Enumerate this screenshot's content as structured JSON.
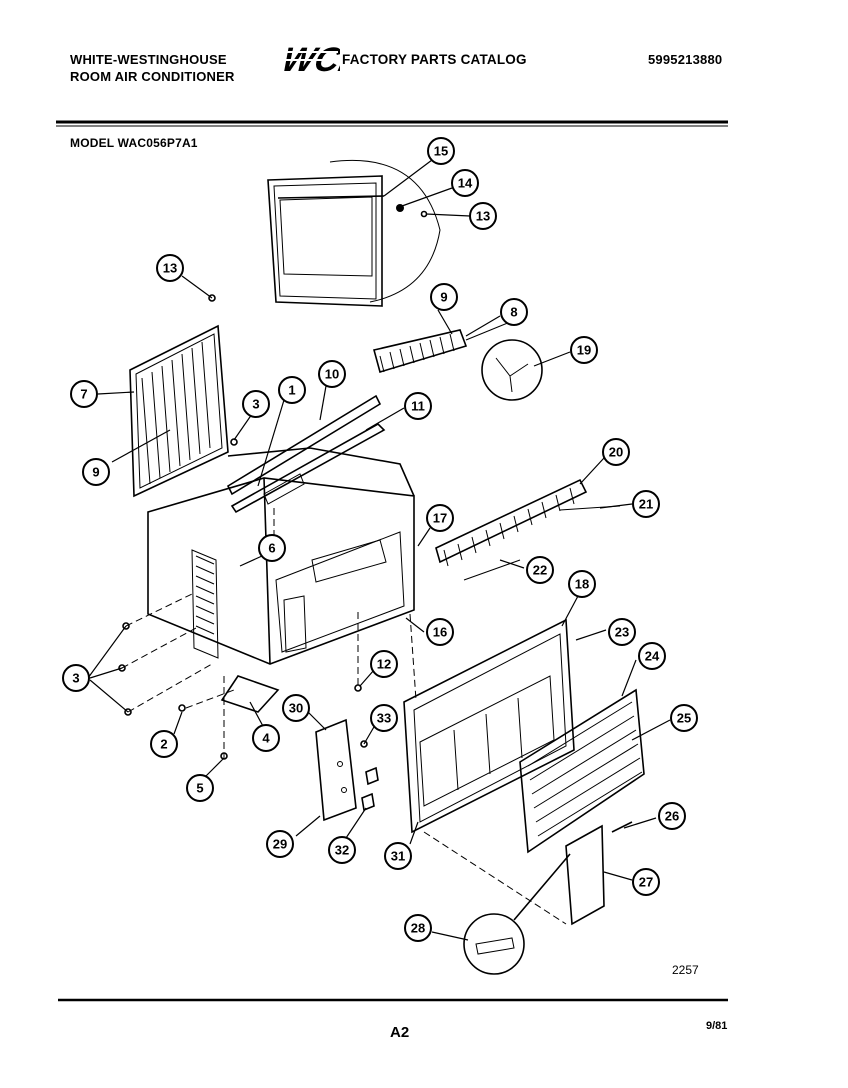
{
  "header": {
    "brand_line1": "WHITE-WESTINGHOUSE",
    "brand_line2": "ROOM AIR CONDITIONER",
    "logo": "WCI",
    "catalog_title": "FACTORY PARTS CATALOG",
    "part_number": "5995213880",
    "model": "MODEL WAC056P7A1"
  },
  "footer": {
    "drawing_code": "2257",
    "page": "A2",
    "date": "9/81"
  },
  "callouts": [
    "15",
    "14",
    "13",
    "13",
    "9",
    "8",
    "19",
    "7",
    "3",
    "1",
    "10",
    "11",
    "9",
    "20",
    "21",
    "17",
    "6",
    "22",
    "16",
    "18",
    "23",
    "12",
    "24",
    "3",
    "30",
    "33",
    "25",
    "2",
    "4",
    "5",
    "26",
    "29",
    "32",
    "31",
    "27",
    "28"
  ]
}
